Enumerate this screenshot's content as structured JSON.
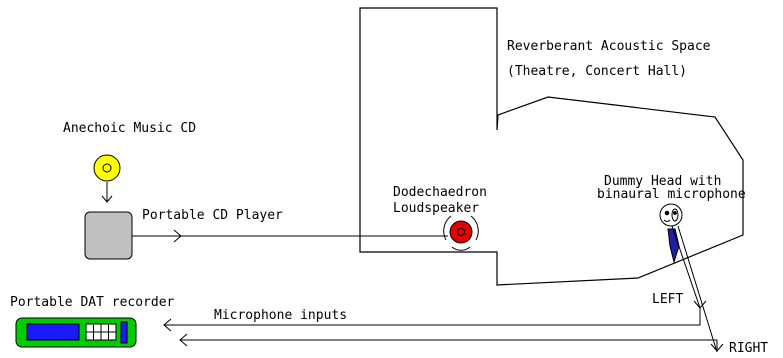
{
  "labels": {
    "space_title": "Reverberant Acoustic Space",
    "space_subtitle": "(Theatre, Concert Hall)",
    "cd": "Anechoic Music CD",
    "player": "Portable CD Player",
    "speaker_line1": "Dodechaedron",
    "speaker_line2": "Loudspeaker",
    "head_line1": "Dummy Head with",
    "head_line2": "binaural microphone",
    "left": "LEFT",
    "right": "RIGHT",
    "dat": "Portable DAT recorder",
    "mic_inputs": "Microphone inputs"
  },
  "colors": {
    "cd_disc": "#ffff00",
    "player": "#c0c0c0",
    "speaker": "#e00000",
    "dat_body": "#00cc00",
    "dat_screen": "#1a1aff",
    "tie": "#1f1fa0",
    "line": "#000000"
  }
}
